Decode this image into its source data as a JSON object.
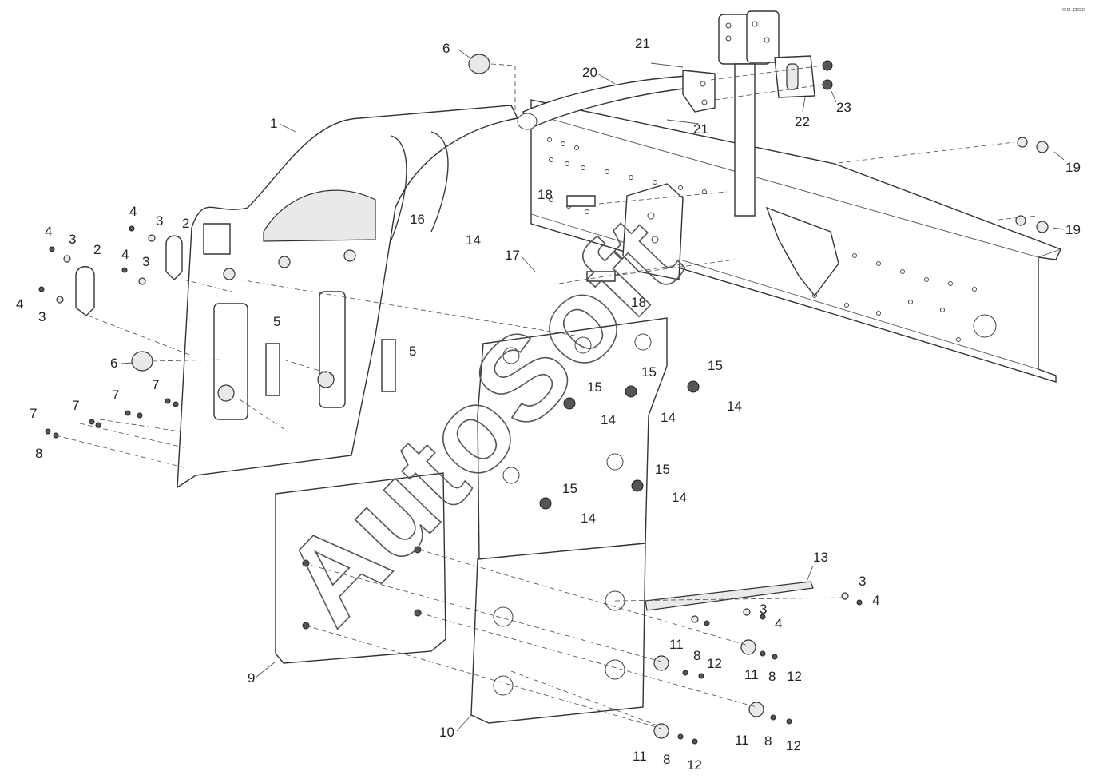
{
  "watermark": "AutoSoft",
  "corner_mark": "▫▫ ▫▫▫",
  "callouts": [
    {
      "id": "c1",
      "text": "1"
    },
    {
      "id": "c2a",
      "text": "2"
    },
    {
      "id": "c2b",
      "text": "2"
    },
    {
      "id": "c3a",
      "text": "3"
    },
    {
      "id": "c3b",
      "text": "3"
    },
    {
      "id": "c3c",
      "text": "3"
    },
    {
      "id": "c3d",
      "text": "3"
    },
    {
      "id": "c3e",
      "text": "3"
    },
    {
      "id": "c3f",
      "text": "3"
    },
    {
      "id": "c4a",
      "text": "4"
    },
    {
      "id": "c4b",
      "text": "4"
    },
    {
      "id": "c4c",
      "text": "4"
    },
    {
      "id": "c4d",
      "text": "4"
    },
    {
      "id": "c4e",
      "text": "4"
    },
    {
      "id": "c4f",
      "text": "4"
    },
    {
      "id": "c5a",
      "text": "5"
    },
    {
      "id": "c5b",
      "text": "5"
    },
    {
      "id": "c6a",
      "text": "6"
    },
    {
      "id": "c6b",
      "text": "6"
    },
    {
      "id": "c7a",
      "text": "7"
    },
    {
      "id": "c7b",
      "text": "7"
    },
    {
      "id": "c7c",
      "text": "7"
    },
    {
      "id": "c7d",
      "text": "7"
    },
    {
      "id": "c8a",
      "text": "8"
    },
    {
      "id": "c8b",
      "text": "8"
    },
    {
      "id": "c8c",
      "text": "8"
    },
    {
      "id": "c8d",
      "text": "8"
    },
    {
      "id": "c8e",
      "text": "8"
    },
    {
      "id": "c9",
      "text": "9"
    },
    {
      "id": "c10",
      "text": "10"
    },
    {
      "id": "c11a",
      "text": "11"
    },
    {
      "id": "c11b",
      "text": "11"
    },
    {
      "id": "c11c",
      "text": "11"
    },
    {
      "id": "c11d",
      "text": "11"
    },
    {
      "id": "c12a",
      "text": "12"
    },
    {
      "id": "c12b",
      "text": "12"
    },
    {
      "id": "c12c",
      "text": "12"
    },
    {
      "id": "c12d",
      "text": "12"
    },
    {
      "id": "c13",
      "text": "13"
    },
    {
      "id": "c14a",
      "text": "14"
    },
    {
      "id": "c14b",
      "text": "14"
    },
    {
      "id": "c14c",
      "text": "14"
    },
    {
      "id": "c14d",
      "text": "14"
    },
    {
      "id": "c14e",
      "text": "14"
    },
    {
      "id": "c14f",
      "text": "14"
    },
    {
      "id": "c15a",
      "text": "15"
    },
    {
      "id": "c15b",
      "text": "15"
    },
    {
      "id": "c15c",
      "text": "15"
    },
    {
      "id": "c15d",
      "text": "15"
    },
    {
      "id": "c15e",
      "text": "15"
    },
    {
      "id": "c16",
      "text": "16"
    },
    {
      "id": "c17",
      "text": "17"
    },
    {
      "id": "c18a",
      "text": "18"
    },
    {
      "id": "c18b",
      "text": "18"
    },
    {
      "id": "c19a",
      "text": "19"
    },
    {
      "id": "c19b",
      "text": "19"
    },
    {
      "id": "c20",
      "text": "20"
    },
    {
      "id": "c21a",
      "text": "21"
    },
    {
      "id": "c21b",
      "text": "21"
    },
    {
      "id": "c22",
      "text": "22"
    },
    {
      "id": "c23",
      "text": "23"
    }
  ]
}
